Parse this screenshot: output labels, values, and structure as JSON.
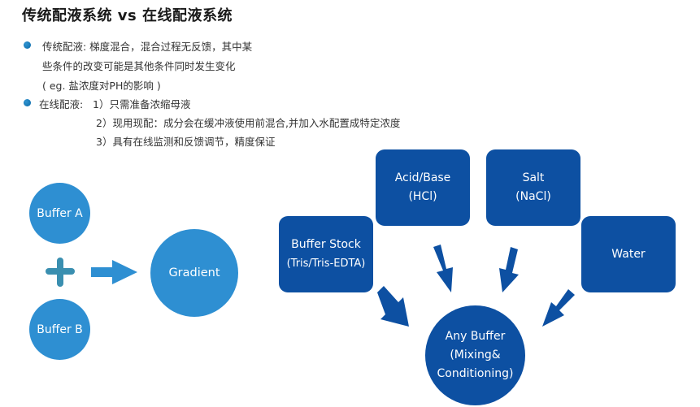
{
  "title": "传统配液系统 vs 在线配液系统",
  "bullets": {
    "traditional": {
      "line1": "传统配液: 梯度混合，混合过程无反馈，其中某",
      "line2": "些条件的改变可能是其他条件同时发生变化",
      "line3": "( eg. 盐浓度对PH的影响 )"
    },
    "inline": {
      "label": "在线配液:",
      "items": [
        "1）只需准备浓缩母液",
        "2）现用现配：成分会在缓冲液使用前混合,并加入水配置成特定浓度",
        "3）具有在线监测和反馈调节，精度保证"
      ]
    }
  },
  "traditional_diagram": {
    "buffer_a": "Buffer A",
    "buffer_b": "Buffer B",
    "result": "Gradient",
    "plus_icon": "plus-icon",
    "arrow_icon": "arrow-right-icon"
  },
  "inline_diagram": {
    "inputs": [
      {
        "line1": "Buffer Stock",
        "line2": "(Tris/Tris-EDTA)"
      },
      {
        "line1": "Acid/Base",
        "line2": "(HCl)"
      },
      {
        "line1": "Salt",
        "line2": "(NaCl)"
      },
      {
        "line1": "Water",
        "line2": ""
      }
    ],
    "output": {
      "line1": "Any Buffer",
      "line2": "(Mixing&",
      "line3": "Conditioning)"
    }
  },
  "colors": {
    "light_blue": "#2e8fd2",
    "dark_blue": "#0d50a2",
    "plus_teal": "#3a8fb0",
    "bullet": "#0b6aa8"
  }
}
